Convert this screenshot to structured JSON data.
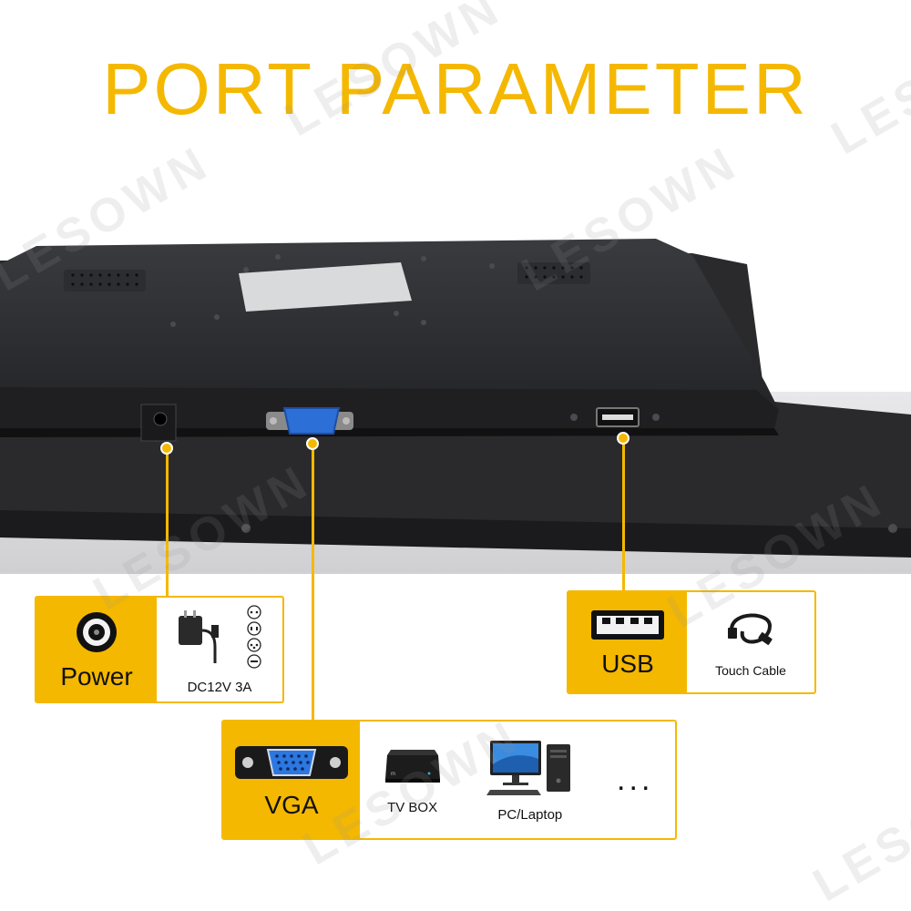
{
  "title": "PORT PARAMETER",
  "watermark": "LESOWN",
  "colors": {
    "accent": "#f5b800",
    "monitor": "#2b2b2e"
  },
  "ports": {
    "power": {
      "label": "Power",
      "icon": "dc-jack-icon",
      "spec": "DC12V 3A",
      "spec_icon": "power-adapter-icon"
    },
    "usb": {
      "label": "USB",
      "icon": "usb-port-icon",
      "device": "Touch Cable",
      "device_icon": "usb-cable-icon"
    },
    "vga": {
      "label": "VGA",
      "icon": "vga-port-icon",
      "devices": [
        {
          "label": "TV BOX",
          "icon": "tv-box-icon"
        },
        {
          "label": "PC/Laptop",
          "icon": "pc-icon"
        }
      ],
      "more": "..."
    }
  }
}
